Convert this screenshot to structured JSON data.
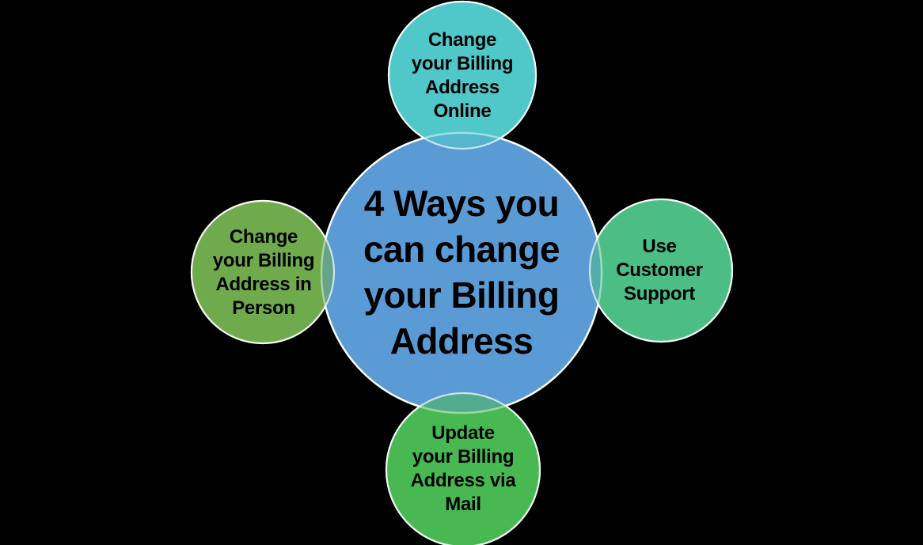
{
  "background_color": "#000000",
  "outline_color": "#FFFFFF",
  "text_color": "#000000",
  "diagram": {
    "title": "4 Ways you can change your Billing Address",
    "center": {
      "label": "4 Ways you\ncan change\nyour Billing\nAddress",
      "color": "#5B9BD5"
    },
    "nodes": [
      {
        "id": "online",
        "position": "top",
        "label": "Change\nyour Billing\nAddress\nOnline",
        "color": "#50C8C9"
      },
      {
        "id": "in-person",
        "position": "left",
        "label": "Change\nyour Billing\nAddress in\nPerson",
        "color": "#70AC4C"
      },
      {
        "id": "customer-support",
        "position": "right",
        "label": "Use\nCustomer\nSupport",
        "color": "#4DBE85"
      },
      {
        "id": "mail",
        "position": "bottom",
        "label": "Update\nyour Billing\nAddress via\nMail",
        "color": "#48B952"
      }
    ]
  }
}
